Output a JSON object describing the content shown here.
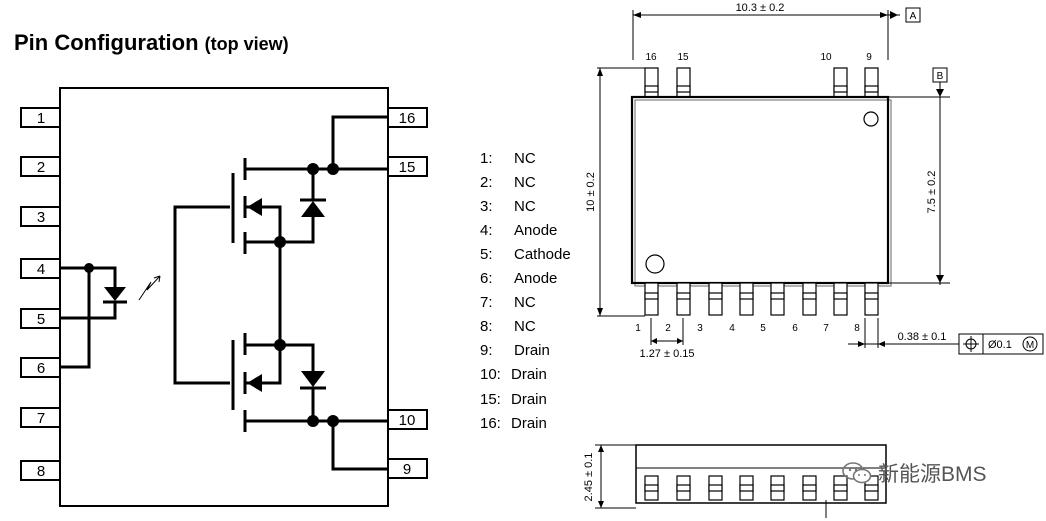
{
  "title": {
    "main": "Pin Configuration",
    "sub": "(top view)"
  },
  "schematic": {
    "left_pins": [
      "1",
      "2",
      "3",
      "4",
      "5",
      "6",
      "7",
      "8"
    ],
    "right_pins": [
      "16",
      "15",
      "10",
      "9"
    ]
  },
  "pin_list": [
    {
      "num": "1:",
      "name": "NC"
    },
    {
      "num": "2:",
      "name": "NC"
    },
    {
      "num": "3:",
      "name": "NC"
    },
    {
      "num": "4:",
      "name": "Anode"
    },
    {
      "num": "5:",
      "name": "Cathode"
    },
    {
      "num": "6:",
      "name": "Anode"
    },
    {
      "num": "7:",
      "name": "NC"
    },
    {
      "num": "8:",
      "name": "NC"
    },
    {
      "num": "9:",
      "name": "Drain"
    },
    {
      "num": "10:",
      "name": "Drain"
    },
    {
      "num": "15:",
      "name": "Drain"
    },
    {
      "num": "16:",
      "name": "Drain"
    }
  ],
  "package": {
    "width_dim": "10.3 ± 0.2",
    "datum_a": "A",
    "datum_b": "B",
    "height_dim": "10 ± 0.2",
    "body_dim": "7.5 ± 0.2",
    "top_pins": [
      "16",
      "15",
      "10",
      "9"
    ],
    "bottom_pins": [
      "1",
      "2",
      "3",
      "4",
      "5",
      "6",
      "7",
      "8"
    ],
    "pitch_dim": "1.27 ± 0.15",
    "lead_dim": "0.38 ± 0.1",
    "tolerance": "Ø0.1",
    "tolerance_mod": "M",
    "thickness_dim": "2.45 ± 0.1"
  },
  "watermark": "新能源BMS"
}
